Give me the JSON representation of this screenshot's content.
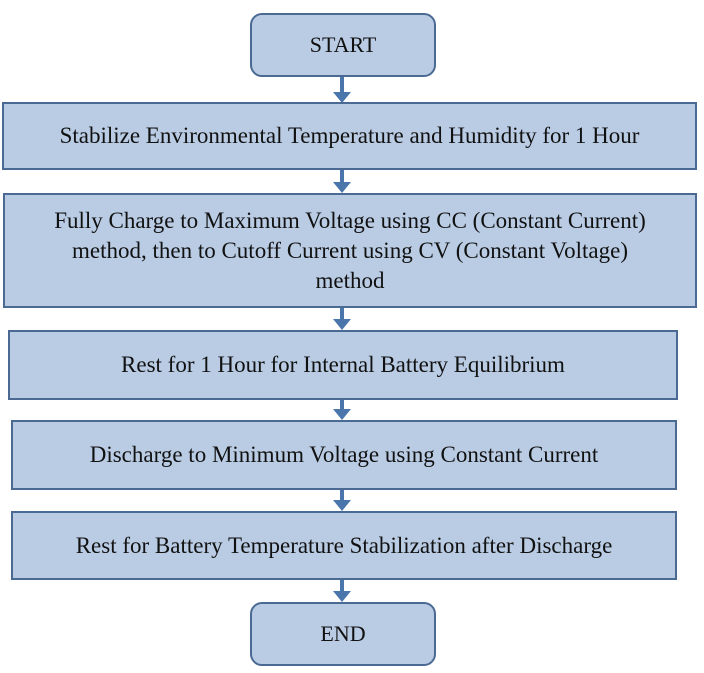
{
  "flowchart": {
    "start": "START",
    "steps": [
      "Stabilize Environmental Temperature and Humidity for 1 Hour",
      "Fully Charge to Maximum Voltage using CC (Constant Current) method, then to Cutoff Current using CV (Constant Voltage) method",
      "Rest for 1 Hour for Internal Battery Equilibrium",
      "Discharge to Minimum Voltage using Constant Current",
      "Rest for Battery Temperature Stabilization after Discharge"
    ],
    "end": "END"
  },
  "colors": {
    "box_fill": "#b9cce4",
    "box_border": "#4a6a94",
    "arrow": "#4a76ac"
  },
  "icons": [
    "arrow-down-icon"
  ]
}
